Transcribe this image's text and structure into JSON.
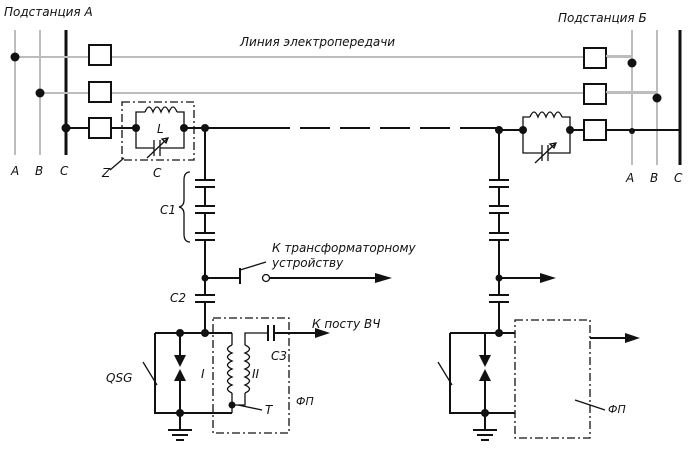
{
  "labels": {
    "substation_a": "Подстанция А",
    "substation_b": "Подстанция Б",
    "power_line": "Линия электропередачи",
    "phase_a_left": "A",
    "phase_b_left": "B",
    "phase_c_left": "C",
    "phase_a_right": "A",
    "phase_b_right": "B",
    "phase_c_right": "C",
    "z": "Z",
    "c": "C",
    "l": "L",
    "c1": "C1",
    "c2": "C2",
    "c3": "C3",
    "to_transformer_line1": "К трансформаторному",
    "to_transformer_line2": "устройству",
    "to_hf_post": "К посту ВЧ",
    "qsg": "QSG",
    "winding_1": "I",
    "winding_2": "II",
    "t": "T",
    "fp_left": "ФП",
    "fp_right": "ФП"
  }
}
